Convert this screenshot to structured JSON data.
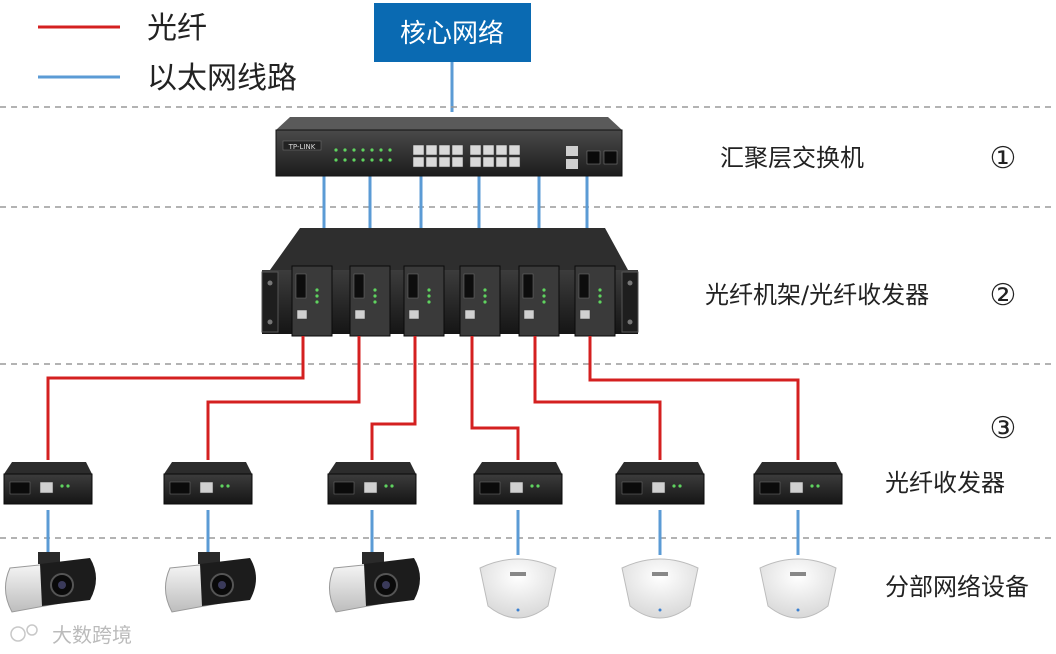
{
  "legend": {
    "fiber_label": "光纤",
    "ethernet_label": "以太网线路",
    "fiber_color": "#d42020",
    "ethernet_color": "#5b9bd5"
  },
  "core": {
    "label": "核心网络",
    "color": "#0a6ab2"
  },
  "layers": [
    {
      "label": "汇聚层交换机",
      "number": "①"
    },
    {
      "label": "光纤机架/光纤收发器",
      "number": "②"
    },
    {
      "label": "光纤收发器",
      "number": "③"
    },
    {
      "label": "分部网络设备",
      "number": ""
    }
  ],
  "devices": {
    "switch_brand": "TP-LINK",
    "endpoints": [
      "camera",
      "camera",
      "camera",
      "access-point",
      "access-point",
      "access-point"
    ]
  },
  "watermark": "大数跨境"
}
